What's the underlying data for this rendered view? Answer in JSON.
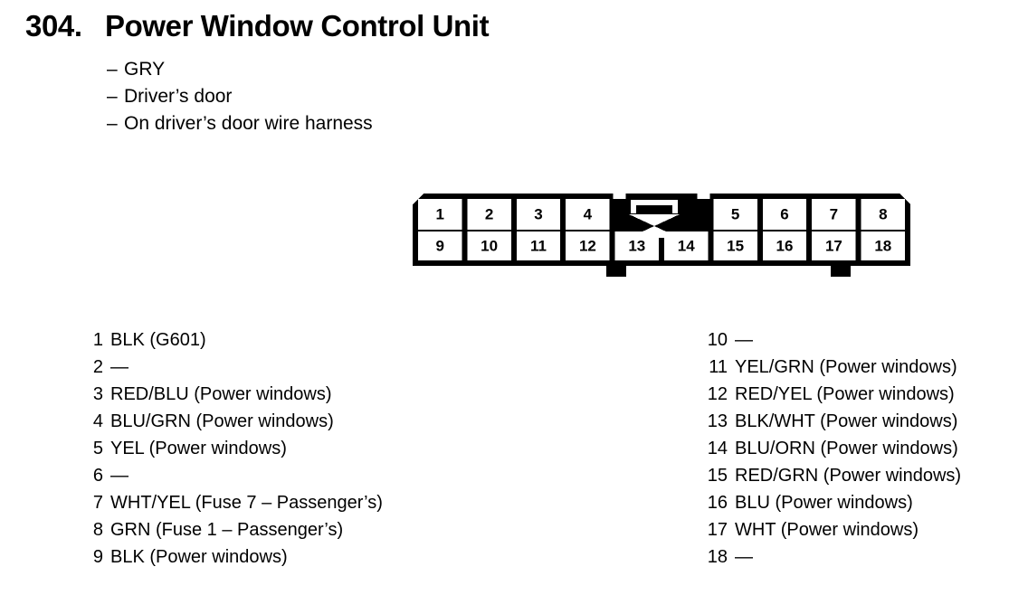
{
  "header": {
    "number": "304.",
    "title": "Power Window Control Unit"
  },
  "specs": [
    {
      "dash": "–",
      "text": "GRY"
    },
    {
      "dash": "–",
      "text": "Driver’s door"
    },
    {
      "dash": "–",
      "text": "On driver’s door wire harness"
    }
  ],
  "connector": {
    "lock_icon": "connector-lock-tab",
    "top_row": [
      "1",
      "2",
      "3",
      "4",
      "5",
      "6",
      "7",
      "8"
    ],
    "bottom_row": [
      "9",
      "10",
      "11",
      "12",
      "13",
      "14",
      "15",
      "16",
      "17",
      "18"
    ]
  },
  "pins_left": [
    {
      "no": "1",
      "desc": "BLK (G601)"
    },
    {
      "no": "2",
      "desc": "—"
    },
    {
      "no": "3",
      "desc": "RED/BLU (Power windows)"
    },
    {
      "no": "4",
      "desc": "BLU/GRN (Power windows)"
    },
    {
      "no": "5",
      "desc": "YEL (Power windows)"
    },
    {
      "no": "6",
      "desc": "—"
    },
    {
      "no": "7",
      "desc": "WHT/YEL (Fuse 7 – Passenger’s)"
    },
    {
      "no": "8",
      "desc": "GRN (Fuse 1 – Passenger’s)"
    },
    {
      "no": "9",
      "desc": "BLK (Power windows)"
    }
  ],
  "pins_right": [
    {
      "no": "10",
      "desc": "—"
    },
    {
      "no": "11",
      "desc": "YEL/GRN (Power windows)"
    },
    {
      "no": "12",
      "desc": "RED/YEL (Power windows)"
    },
    {
      "no": "13",
      "desc": "BLK/WHT (Power windows)"
    },
    {
      "no": "14",
      "desc": "BLU/ORN (Power windows)"
    },
    {
      "no": "15",
      "desc": "RED/GRN (Power windows)"
    },
    {
      "no": "16",
      "desc": "BLU (Power windows)"
    },
    {
      "no": "17",
      "desc": "WHT (Power windows)"
    },
    {
      "no": "18",
      "desc": "—"
    }
  ],
  "colors": {
    "ink": "#000000",
    "paper": "#ffffff"
  }
}
